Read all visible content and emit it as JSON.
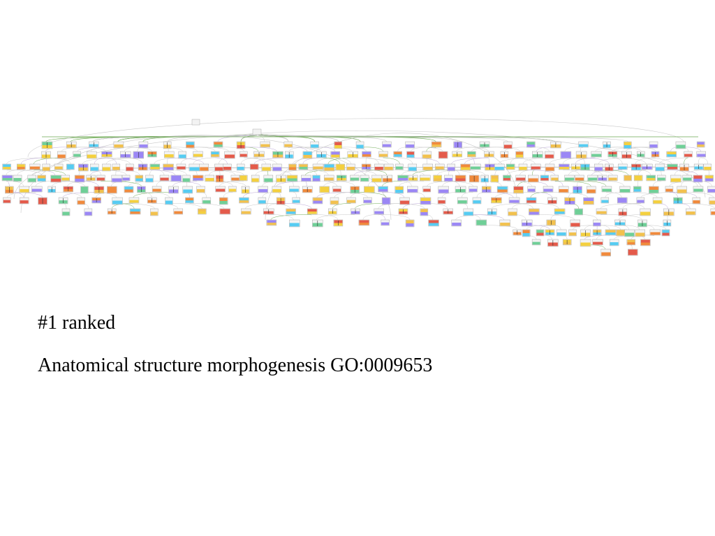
{
  "slide": {
    "rank_label": "#1 ranked",
    "term_label": "Anatomical structure morphogenesis GO:0009653"
  },
  "figure": {
    "kind": "ontology-graph",
    "colors": {
      "edge_gray": "#c8c8c8",
      "edge_green": "#6aa84f",
      "edge_purple": "#b9a4d6",
      "node_fill": "#f3f3f3",
      "node_border": "#9a9a9a",
      "swatch": [
        "#f2c14e",
        "#f08a3c",
        "#e45b4b",
        "#6fcf97",
        "#56ccf2",
        "#9b87f5",
        "#f4d03f"
      ]
    }
  }
}
